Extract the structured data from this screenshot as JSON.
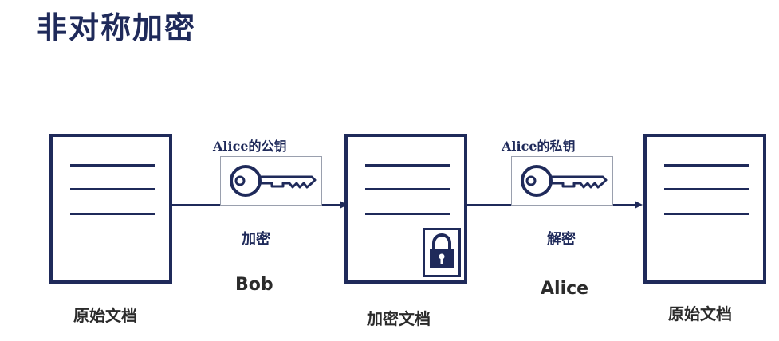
{
  "title": "非对称加密",
  "nodes": {
    "original_doc_left": {
      "label": "原始文档"
    },
    "encrypted_doc": {
      "label": "加密文档"
    },
    "original_doc_right": {
      "label": "原始文档"
    }
  },
  "steps": [
    {
      "key_label": "Alice的公钥",
      "action": "加密",
      "actor": "Bob",
      "key_icon": "key-icon"
    },
    {
      "key_label": "Alice的私钥",
      "action": "解密",
      "actor": "Alice",
      "key_icon": "key-icon"
    }
  ],
  "lock_icon": "padlock-icon",
  "colors": {
    "primary": "#1f2a5a",
    "text": "#2b2b2b",
    "key_border": "#9aa0ae"
  }
}
